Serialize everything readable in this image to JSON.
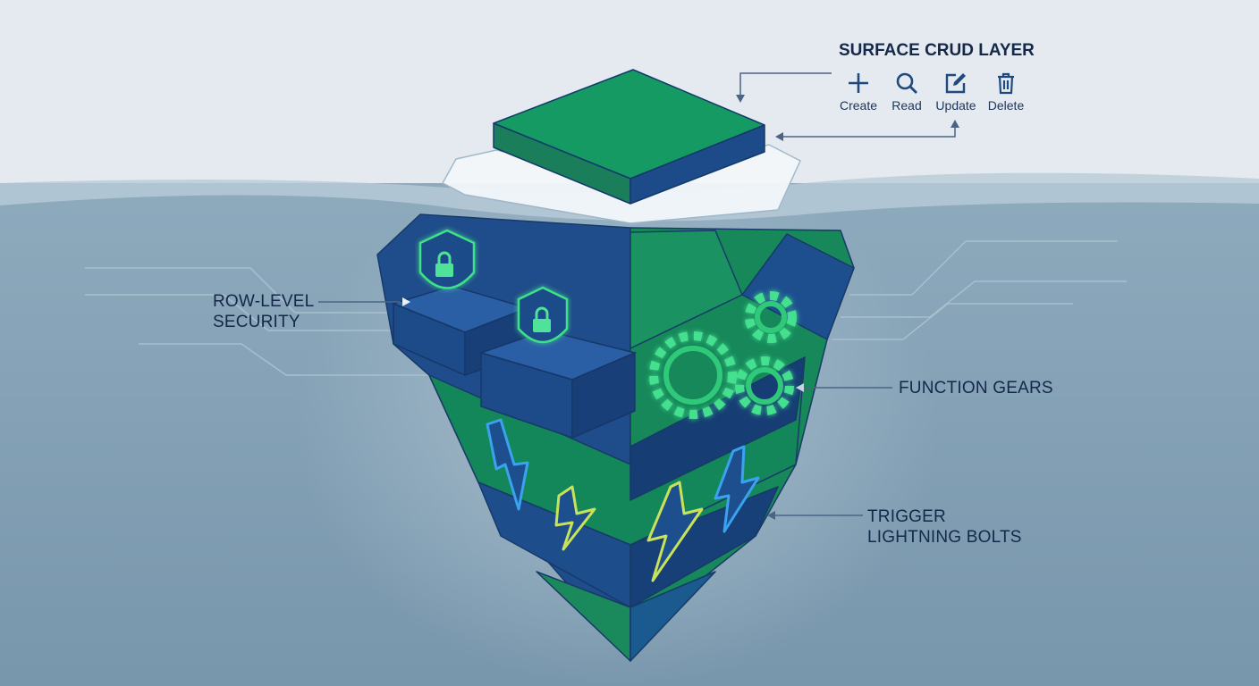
{
  "surface_layer": {
    "title": "SURFACE CRUD LAYER",
    "operations": [
      {
        "label": "Create",
        "icon": "plus-icon"
      },
      {
        "label": "Read",
        "icon": "search-icon"
      },
      {
        "label": "Update",
        "icon": "edit-icon"
      },
      {
        "label": "Delete",
        "icon": "trash-icon"
      }
    ]
  },
  "labels": {
    "row_level_security": [
      "ROW-LEVEL",
      "SECURITY"
    ],
    "function_gears": "FUNCTION GEARS",
    "trigger_bolts": [
      "TRIGGER",
      "LIGHTNING BOLTS"
    ]
  },
  "colors": {
    "sky": "#e4eaef",
    "water": "#7f9db3",
    "iceberg_blue": "#1f4c8a",
    "iceberg_green": "#16885a",
    "glow_green": "#3fe08a",
    "label_text": "#14284a"
  }
}
